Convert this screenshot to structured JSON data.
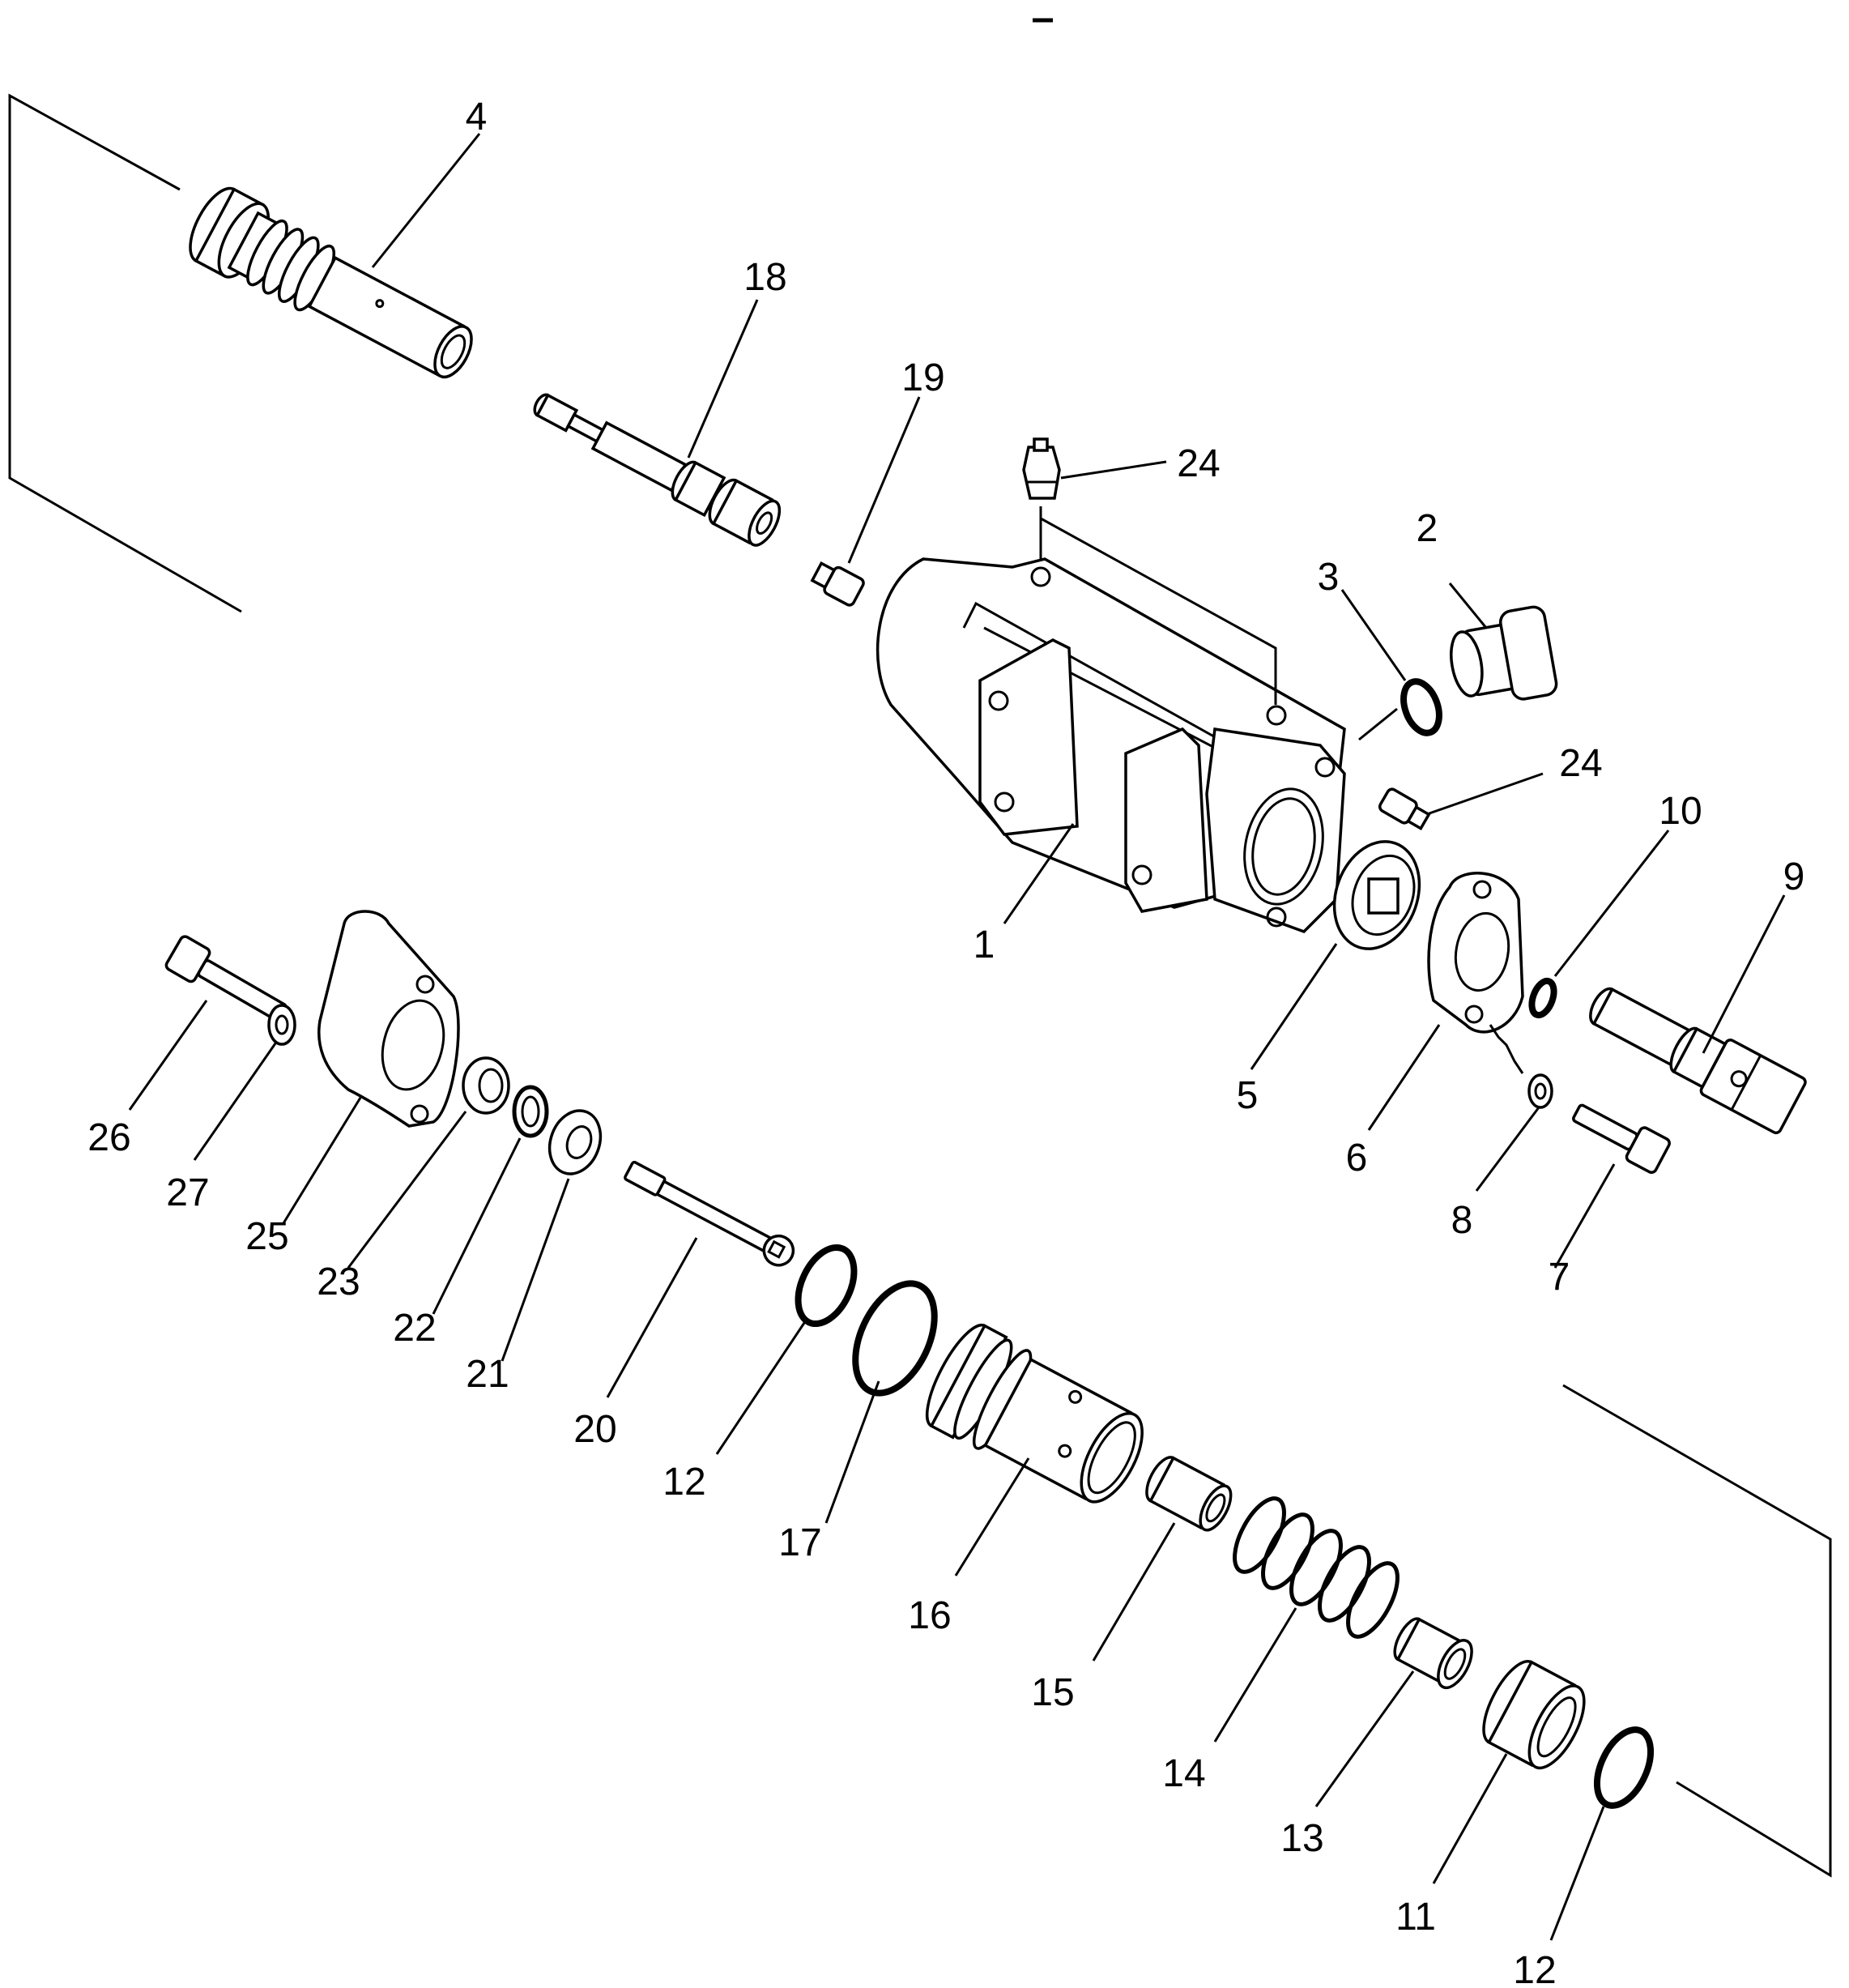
{
  "callouts": [
    {
      "id": "c4",
      "text": "4",
      "part": "spool-sleeve"
    },
    {
      "id": "c18",
      "text": "18",
      "part": "spool"
    },
    {
      "id": "c19",
      "text": "19",
      "part": "plug"
    },
    {
      "id": "c24a",
      "text": "24",
      "part": "nipple-top"
    },
    {
      "id": "c2",
      "text": "2",
      "part": "plug"
    },
    {
      "id": "c3",
      "text": "3",
      "part": "o-ring"
    },
    {
      "id": "c24b",
      "text": "24",
      "part": "nipple-side"
    },
    {
      "id": "c1",
      "text": "1",
      "part": "valve-body"
    },
    {
      "id": "c10",
      "text": "10",
      "part": "o-ring"
    },
    {
      "id": "c9",
      "text": "9",
      "part": "clevis-rod"
    },
    {
      "id": "c5",
      "text": "5",
      "part": "seal"
    },
    {
      "id": "c6",
      "text": "6",
      "part": "flange-cover"
    },
    {
      "id": "c8",
      "text": "8",
      "part": "washer"
    },
    {
      "id": "c7",
      "text": "7",
      "part": "bolt"
    },
    {
      "id": "c26",
      "text": "26",
      "part": "bolt"
    },
    {
      "id": "c27",
      "text": "27",
      "part": "washer"
    },
    {
      "id": "c25",
      "text": "25",
      "part": "flange-cover"
    },
    {
      "id": "c23",
      "text": "23",
      "part": "seal"
    },
    {
      "id": "c22",
      "text": "22",
      "part": "ring"
    },
    {
      "id": "c21",
      "text": "21",
      "part": "seal"
    },
    {
      "id": "c20",
      "text": "20",
      "part": "rod"
    },
    {
      "id": "c12a",
      "text": "12",
      "part": "o-ring"
    },
    {
      "id": "c17",
      "text": "17",
      "part": "o-ring"
    },
    {
      "id": "c16",
      "text": "16",
      "part": "sleeve"
    },
    {
      "id": "c15",
      "text": "15",
      "part": "retainer"
    },
    {
      "id": "c14",
      "text": "14",
      "part": "spring"
    },
    {
      "id": "c13",
      "text": "13",
      "part": "spacer"
    },
    {
      "id": "c11",
      "text": "11",
      "part": "plug"
    },
    {
      "id": "c12b",
      "text": "12",
      "part": "o-ring"
    }
  ]
}
